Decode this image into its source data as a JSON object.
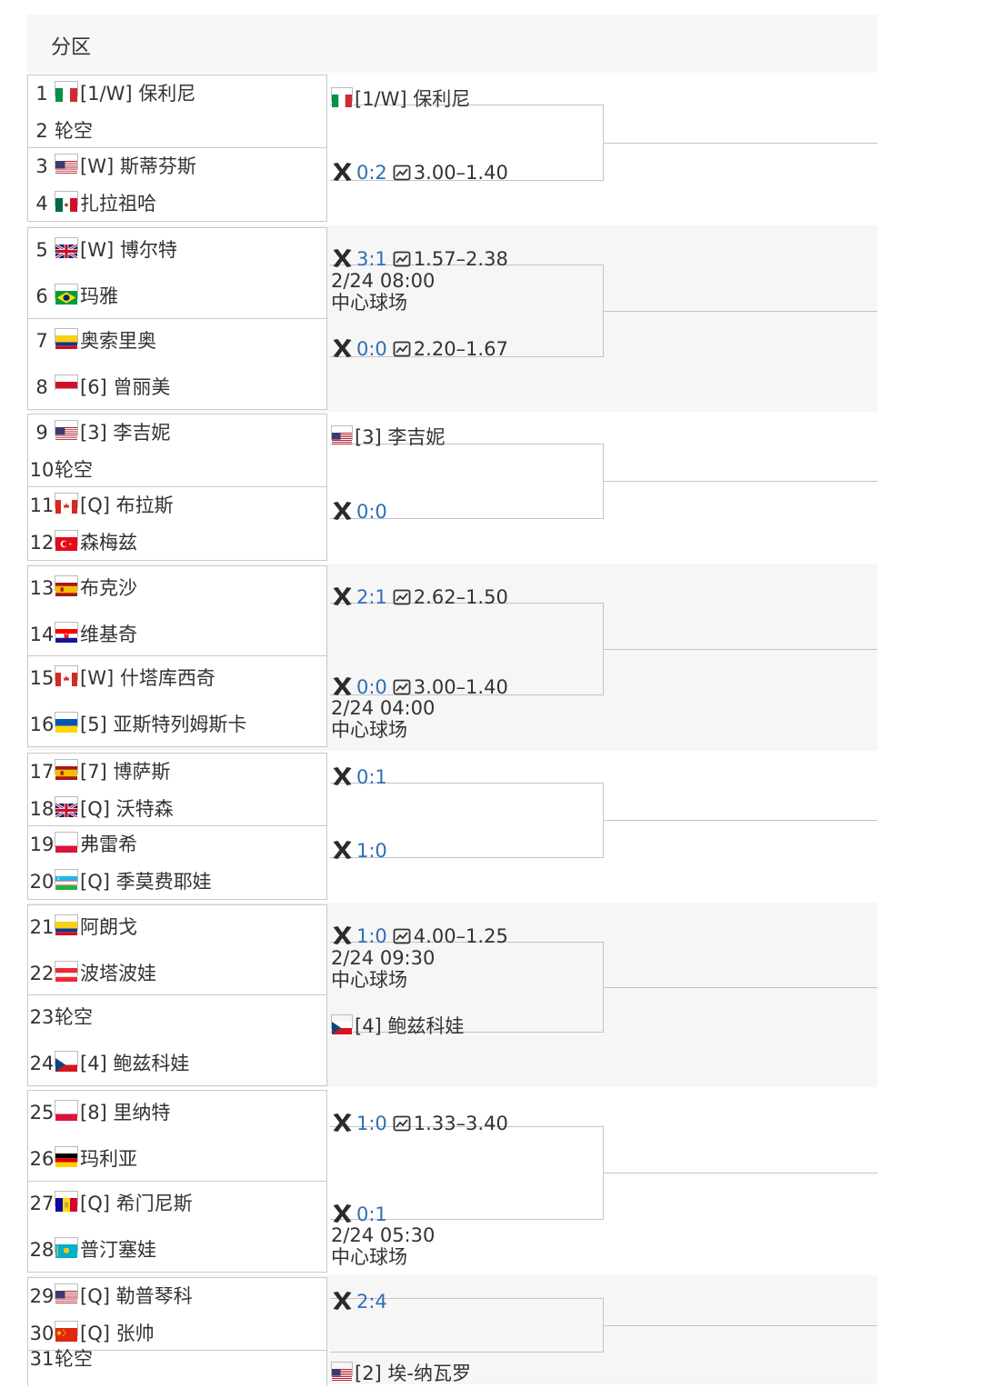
{
  "header": {
    "title": "分区"
  },
  "pairs": [
    {
      "players": [
        {
          "num": "1",
          "flag": "it",
          "name": "[1/W] 保利尼"
        },
        {
          "num": "2",
          "flag": "",
          "name": "轮空"
        }
      ]
    },
    {
      "players": [
        {
          "num": "3",
          "flag": "us",
          "name": "[W] 斯蒂芬斯"
        },
        {
          "num": "4",
          "flag": "mx",
          "name": "扎拉祖哈"
        }
      ]
    },
    {
      "players": [
        {
          "num": "5",
          "flag": "gb",
          "name": "[W] 博尔特"
        },
        {
          "num": "6",
          "flag": "br",
          "name": "玛雅"
        }
      ]
    },
    {
      "players": [
        {
          "num": "7",
          "flag": "co",
          "name": "奥索里奥"
        },
        {
          "num": "8",
          "flag": "id",
          "name": "[6] 曾丽美"
        }
      ]
    },
    {
      "players": [
        {
          "num": "9",
          "flag": "us",
          "name": "[3] 李吉妮"
        },
        {
          "num": "10",
          "flag": "",
          "name": "轮空"
        }
      ]
    },
    {
      "players": [
        {
          "num": "11",
          "flag": "ca",
          "name": "[Q] 布拉斯"
        },
        {
          "num": "12",
          "flag": "tr",
          "name": "森梅兹"
        }
      ]
    },
    {
      "players": [
        {
          "num": "13",
          "flag": "es",
          "name": "布克沙"
        },
        {
          "num": "14",
          "flag": "hr",
          "name": "维基奇"
        }
      ]
    },
    {
      "players": [
        {
          "num": "15",
          "flag": "ca",
          "name": "[W] 什塔库西奇"
        },
        {
          "num": "16",
          "flag": "ua",
          "name": "[5] 亚斯特列姆斯卡"
        }
      ]
    },
    {
      "players": [
        {
          "num": "17",
          "flag": "es",
          "name": "[7] 博萨斯"
        },
        {
          "num": "18",
          "flag": "gb",
          "name": "[Q] 沃特森"
        }
      ]
    },
    {
      "players": [
        {
          "num": "19",
          "flag": "pl",
          "name": "弗雷希"
        },
        {
          "num": "20",
          "flag": "uz",
          "name": "[Q] 季莫费耶娃"
        }
      ]
    },
    {
      "players": [
        {
          "num": "21",
          "flag": "co",
          "name": "阿朗戈"
        },
        {
          "num": "22",
          "flag": "at",
          "name": "波塔波娃"
        }
      ]
    },
    {
      "players": [
        {
          "num": "23",
          "flag": "",
          "name": "轮空"
        },
        {
          "num": "24",
          "flag": "cz",
          "name": "[4] 鲍兹科娃"
        }
      ]
    },
    {
      "players": [
        {
          "num": "25",
          "flag": "pl",
          "name": "[8] 里纳特"
        },
        {
          "num": "26",
          "flag": "de",
          "name": "玛利亚"
        }
      ]
    },
    {
      "players": [
        {
          "num": "27",
          "flag": "ad",
          "name": "[Q] 希门尼斯"
        },
        {
          "num": "28",
          "flag": "kz",
          "name": "普汀塞娃"
        }
      ]
    },
    {
      "players": [
        {
          "num": "29",
          "flag": "us",
          "name": "[Q] 勒普琴科"
        },
        {
          "num": "30",
          "flag": "cn",
          "name": "[Q] 张帅"
        }
      ]
    },
    {
      "players": [
        {
          "num": "31",
          "flag": "",
          "name": "轮空"
        }
      ]
    }
  ],
  "r2": [
    {
      "lines": [
        {
          "kind": "player",
          "flag": "it",
          "text": "[1/W] 保利尼"
        },
        {
          "kind": "h2h",
          "score": "0:2",
          "odds": "3.00–1.40"
        }
      ]
    },
    {
      "lines": [
        {
          "kind": "h2h",
          "score": "3:1",
          "odds": "1.57–2.38"
        },
        {
          "kind": "info",
          "text": "2/24 08:00"
        },
        {
          "kind": "info",
          "text": "中心球场"
        },
        {
          "kind": "h2h",
          "score": "0:0",
          "odds": "2.20–1.67"
        }
      ]
    },
    {
      "lines": [
        {
          "kind": "player",
          "flag": "us",
          "text": "[3] 李吉妮"
        },
        {
          "kind": "h2h",
          "score": "0:0",
          "odds": ""
        }
      ]
    },
    {
      "lines": [
        {
          "kind": "h2h",
          "score": "2:1",
          "odds": "2.62–1.50"
        },
        {
          "kind": "h2h",
          "score": "0:0",
          "odds": "3.00–1.40"
        },
        {
          "kind": "info",
          "text": "2/24 04:00"
        },
        {
          "kind": "info",
          "text": "中心球场"
        }
      ]
    },
    {
      "lines": [
        {
          "kind": "h2h",
          "score": "0:1",
          "odds": ""
        },
        {
          "kind": "h2h",
          "score": "1:0",
          "odds": ""
        }
      ]
    },
    {
      "lines": [
        {
          "kind": "h2h",
          "score": "1:0",
          "odds": "4.00–1.25"
        },
        {
          "kind": "info",
          "text": "2/24 09:30"
        },
        {
          "kind": "info",
          "text": "中心球场"
        },
        {
          "kind": "player",
          "flag": "cz",
          "text": "[4] 鲍兹科娃"
        }
      ]
    },
    {
      "lines": [
        {
          "kind": "h2h",
          "score": "1:0",
          "odds": "1.33–3.40"
        },
        {
          "kind": "h2h",
          "score": "0:1",
          "odds": ""
        },
        {
          "kind": "info",
          "text": "2/24 05:30"
        },
        {
          "kind": "info",
          "text": "中心球场"
        }
      ]
    },
    {
      "lines": [
        {
          "kind": "h2h",
          "score": "2:4",
          "odds": ""
        },
        {
          "kind": "player",
          "flag": "us",
          "text": "[2] 埃-纳瓦罗"
        }
      ]
    }
  ]
}
